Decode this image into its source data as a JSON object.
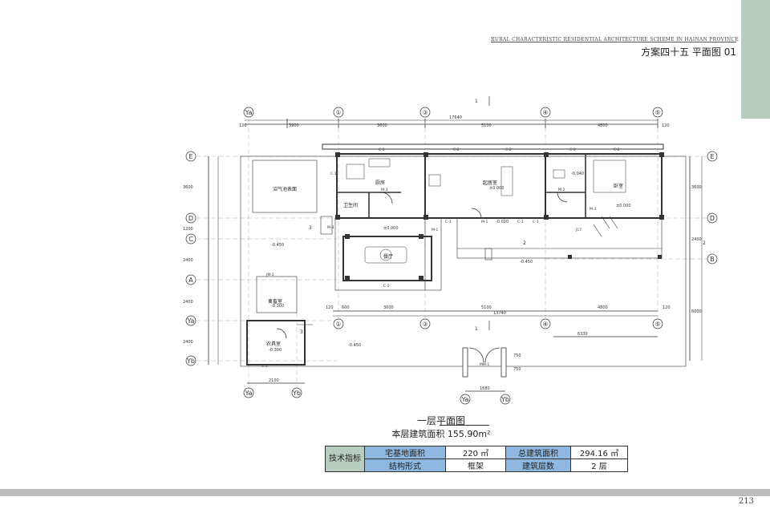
{
  "header": {
    "subtitle": "RURAL CHARACTERISTIC RESIDENTIAL ARCHITECTURE SCHEME IN HAINAN PROVINCE",
    "title": "方案四十五    平面图 01"
  },
  "plan": {
    "axes_top": [
      "①",
      "③",
      "④",
      "⑤"
    ],
    "axes_left": [
      "E",
      "D",
      "C",
      "A",
      "Ya",
      "Yb"
    ],
    "axes_right": [
      "E",
      "D",
      "B"
    ],
    "dims_top": [
      "120",
      "3900",
      "3600",
      "5100",
      "4800",
      "120",
      "17640"
    ],
    "dims_bottom": [
      "120",
      "600",
      "3000",
      "5100",
      "4800",
      "120",
      "13740"
    ],
    "dims_right": [
      "3600",
      "2400",
      "6000"
    ],
    "dims_left": [
      "3600",
      "1200",
      "2400",
      "2400",
      "2400"
    ],
    "dims_misc": [
      "2100",
      "1680",
      "6330",
      "750",
      "750"
    ],
    "rooms": {
      "biogas": "沼气池表面",
      "kitchen": "厨房",
      "bathroom": "卫生间",
      "living": "起居室",
      "bedroom": "卧室",
      "dining": "餐厅",
      "poultry": "禽畜室",
      "tools": "农具室"
    },
    "elevations": [
      "±0.000",
      "±0.000",
      "±0.000",
      "-0.020",
      "-0.450",
      "-0.450",
      "-0.450",
      "-0.300",
      "-0.300",
      "-0.040"
    ],
    "window_labels": [
      "C-1",
      "C-2",
      "C-2",
      "C-1",
      "C-2",
      "C-1",
      "C-1",
      "C-1",
      "C-2",
      "C-1",
      "C-1"
    ],
    "door_labels": [
      "M-3",
      "M-3",
      "M-1",
      "M-2",
      "M-3",
      "MM-1",
      "M-1",
      "JM-2",
      "J17"
    ],
    "section_marks": [
      "1",
      "1",
      "2",
      "2",
      "3",
      "3"
    ]
  },
  "caption": {
    "title": "一层平面图",
    "area": "本层建筑面积 155.90m²"
  },
  "tech_table": {
    "header": "技术指标",
    "row1": {
      "label1": "宅基地面积",
      "value1": "220 ㎡",
      "label2": "总建筑面积",
      "value2": "294.16 ㎡"
    },
    "row2": {
      "label1": "结构形式",
      "value1": "框架",
      "label2": "建筑层数",
      "value2": "2 层"
    }
  },
  "footer": {
    "page_number": "213"
  }
}
